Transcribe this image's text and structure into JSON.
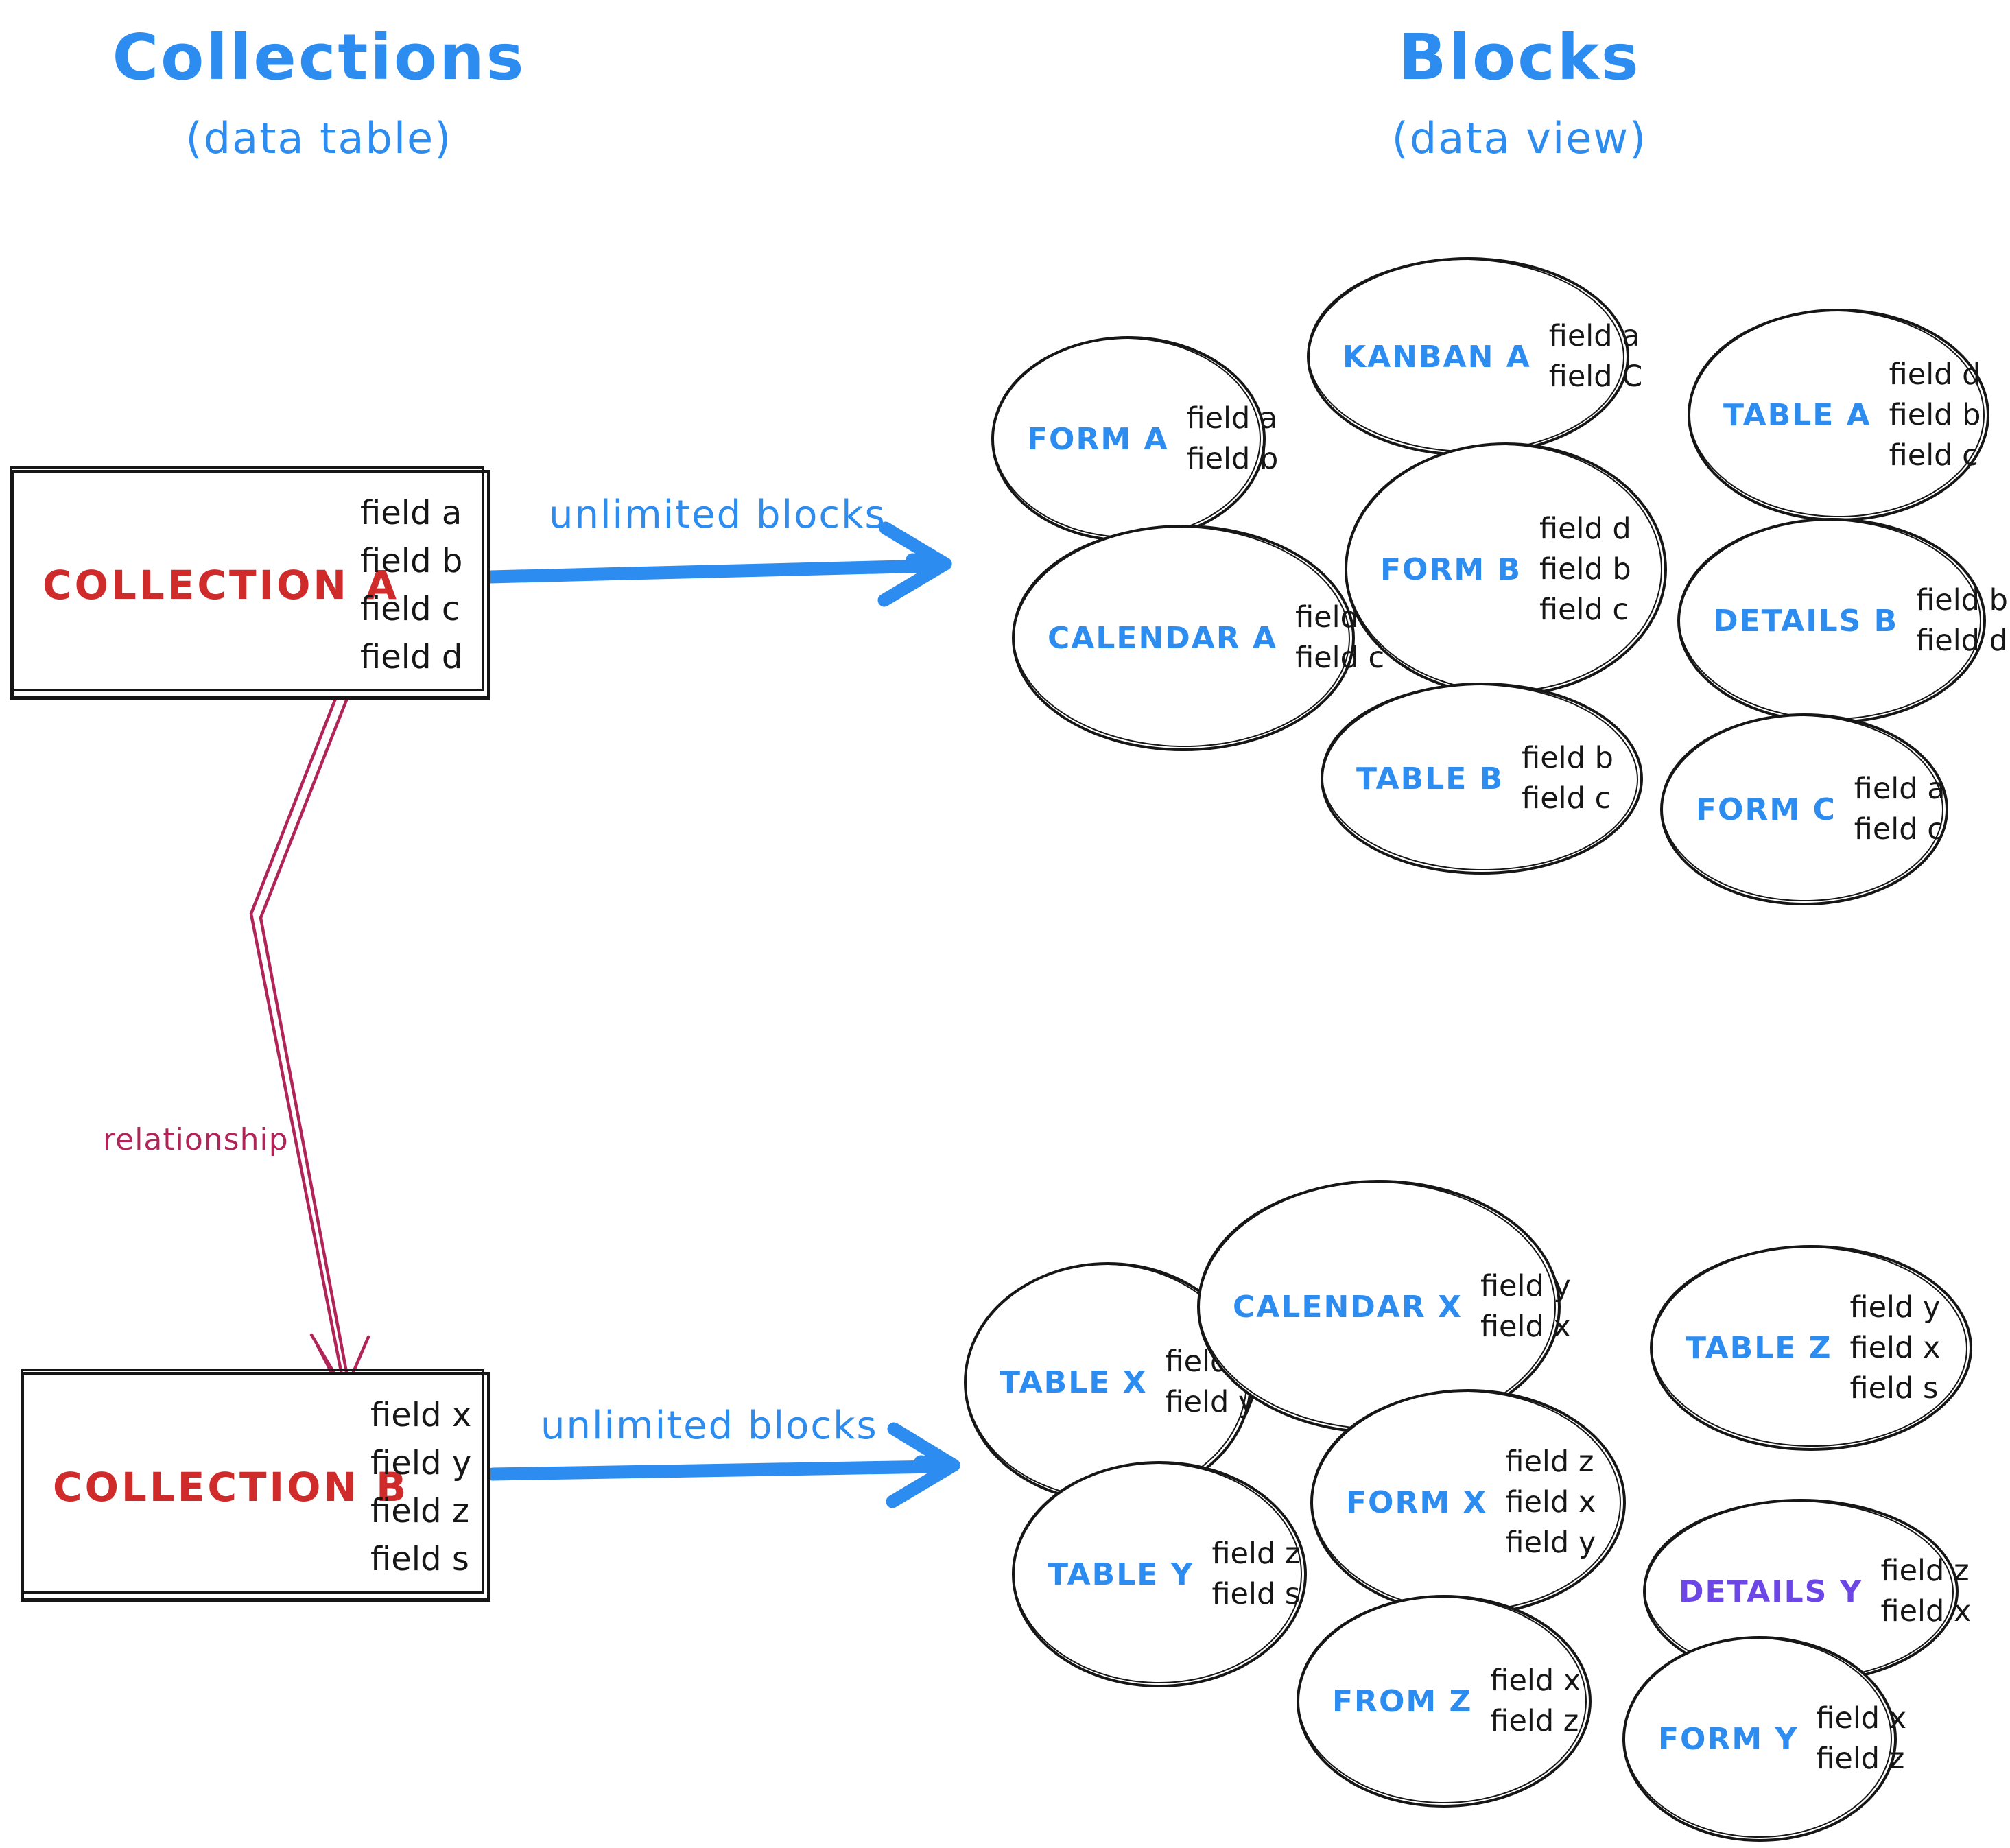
{
  "titles": {
    "collections": "Collections",
    "collections_sub": "(data table)",
    "blocks": "Blocks",
    "blocks_sub": "(data view)"
  },
  "collection_a": {
    "name": "COLLECTION A",
    "fields": [
      "field a",
      "field b",
      "field c",
      "field d"
    ]
  },
  "collection_b": {
    "name": "COLLECTION B",
    "fields": [
      "field x",
      "field y",
      "field z",
      "field s"
    ]
  },
  "labels": {
    "unlimited_top": "unlimited blocks",
    "unlimited_bottom": "unlimited blocks",
    "relationship": "relationship"
  },
  "blocks_a": [
    {
      "label": "FORM A",
      "fields": [
        "field a",
        "field b"
      ]
    },
    {
      "label": "KANBAN A",
      "fields": [
        "field a",
        "field C"
      ]
    },
    {
      "label": "TABLE A",
      "fields": [
        "field d",
        "field b",
        "field c"
      ]
    },
    {
      "label": "CALENDAR A",
      "fields": [
        "field b",
        "field c"
      ]
    },
    {
      "label": "FORM B",
      "fields": [
        "field d",
        "field b",
        "field c"
      ]
    },
    {
      "label": "DETAILS B",
      "fields": [
        "field b",
        "field d"
      ]
    },
    {
      "label": "TABLE B",
      "fields": [
        "field b",
        "field c"
      ]
    },
    {
      "label": "FORM C",
      "fields": [
        "field a",
        "field c"
      ]
    }
  ],
  "blocks_b": [
    {
      "label": "TABLE X",
      "fields": [
        "field x",
        "field y"
      ]
    },
    {
      "label": "CALENDAR X",
      "fields": [
        "field y",
        "field x"
      ]
    },
    {
      "label": "TABLE Z",
      "fields": [
        "field y",
        "field x",
        "field s"
      ]
    },
    {
      "label": "FORM X",
      "fields": [
        "field z",
        "field x",
        "field y"
      ]
    },
    {
      "label": "TABLE Y",
      "fields": [
        "field z",
        "field s"
      ]
    },
    {
      "label": "DETAILS Y",
      "fields": [
        "field z",
        "field x"
      ]
    },
    {
      "label": "FROM Z",
      "fields": [
        "field x",
        "field z"
      ]
    },
    {
      "label": "FORM Y",
      "fields": [
        "field x",
        "field z"
      ]
    }
  ],
  "colors": {
    "blue": "#2D8CF0",
    "red": "#D02B2B",
    "crimson": "#B02458",
    "purple": "#6C47E5",
    "ink": "#161616"
  }
}
